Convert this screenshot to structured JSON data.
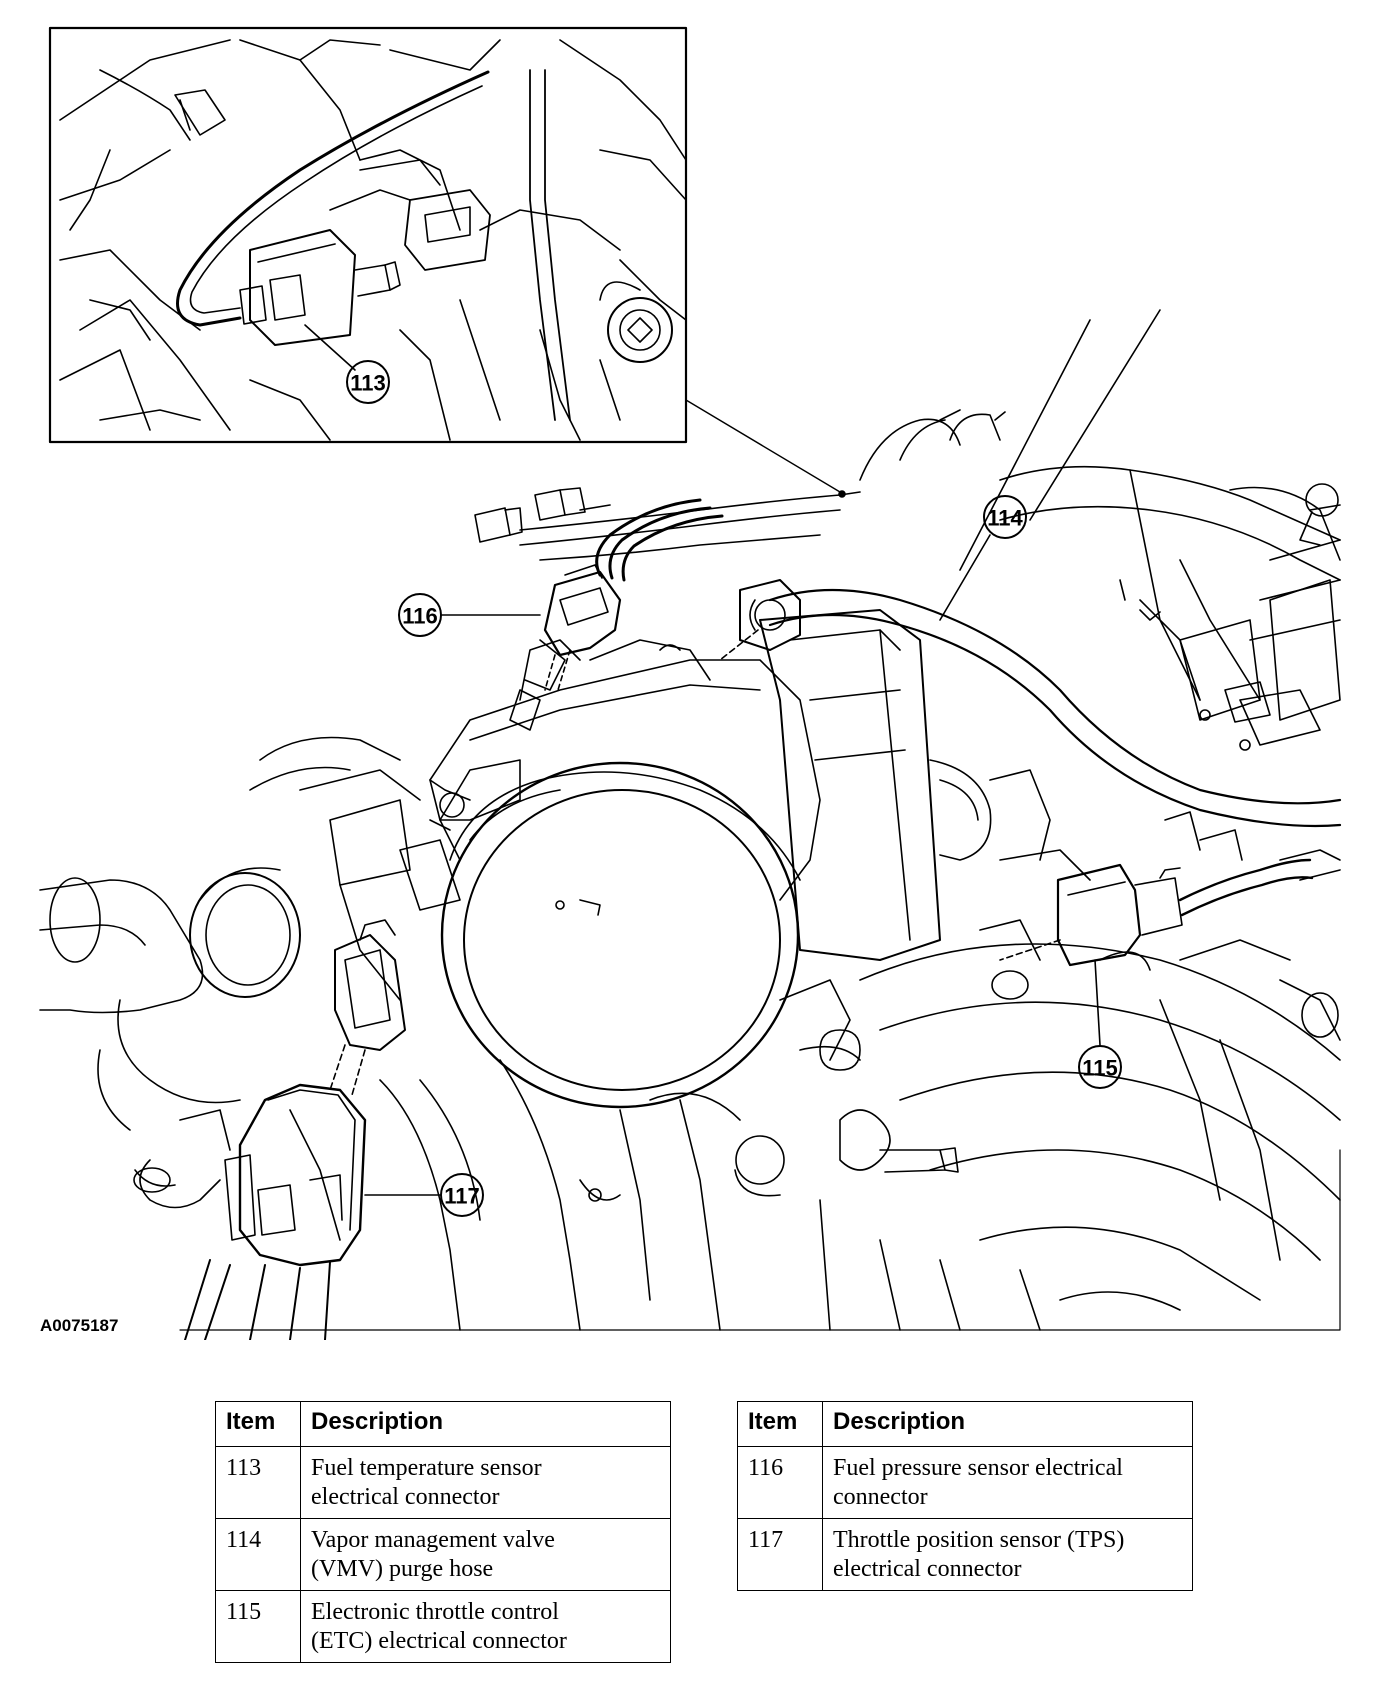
{
  "figure_id": "A0075187",
  "callouts": [
    "113",
    "114",
    "115",
    "116",
    "117"
  ],
  "legend": {
    "headers": {
      "item": "Item",
      "description": "Description"
    },
    "left": [
      {
        "item": "113",
        "line1": "Fuel temperature sensor",
        "line2": "electrical connector"
      },
      {
        "item": "114",
        "line1": "Vapor management valve",
        "line2": "(VMV) purge hose"
      },
      {
        "item": "115",
        "line1": "Electronic throttle control",
        "line2": "(ETC) electrical connector"
      }
    ],
    "right": [
      {
        "item": "116",
        "line1": "Fuel pressure sensor electrical",
        "line2": "connector"
      },
      {
        "item": "117",
        "line1": "Throttle position sensor (TPS)",
        "line2": "electrical connector"
      }
    ]
  }
}
